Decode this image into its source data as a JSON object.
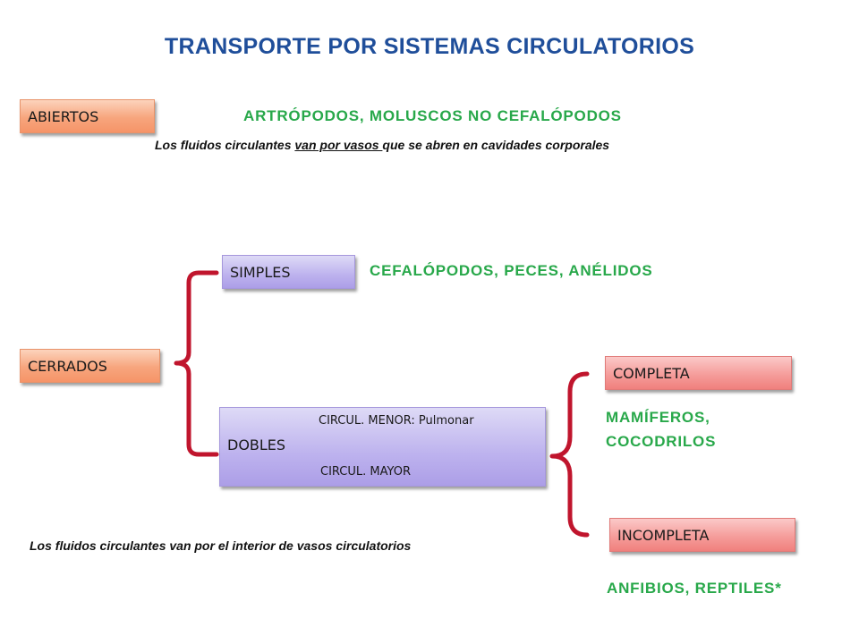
{
  "title": "TRANSPORTE POR SISTEMAS CIRCULATORIOS",
  "abiertos": {
    "label": "ABIERTOS",
    "examples": "ARTRÓPODOS, MOLUSCOS NO CEFALÓPODOS",
    "note_prefix": "Los fluidos circulantes ",
    "note_underlined": "van por vasos ",
    "note_suffix": "que se abren en cavidades corporales"
  },
  "cerrados": {
    "label": "CERRADOS",
    "note": "Los fluidos circulantes van por el interior de vasos circulatorios"
  },
  "simples": {
    "label": "SIMPLES",
    "examples": "CEFALÓPODOS, PECES, ANÉLIDOS"
  },
  "dobles": {
    "label": "DOBLES",
    "menor": "CIRCUL. MENOR: Pulmonar",
    "mayor": "CIRCUL. MAYOR"
  },
  "completa": {
    "label": "COMPLETA",
    "examples_line1": "MAMÍFEROS,",
    "examples_line2": "COCODRILOS"
  },
  "incompleta": {
    "label": "INCOMPLETA",
    "examples": "ANFIBIOS, REPTILES*"
  },
  "colors": {
    "title": "#1f4e9a",
    "examples": "#28a84a",
    "brace": "#c0152d",
    "orange_box": "#f7a57d",
    "purple_box": "#bdb2ee",
    "red_box": "#f59d9b"
  }
}
